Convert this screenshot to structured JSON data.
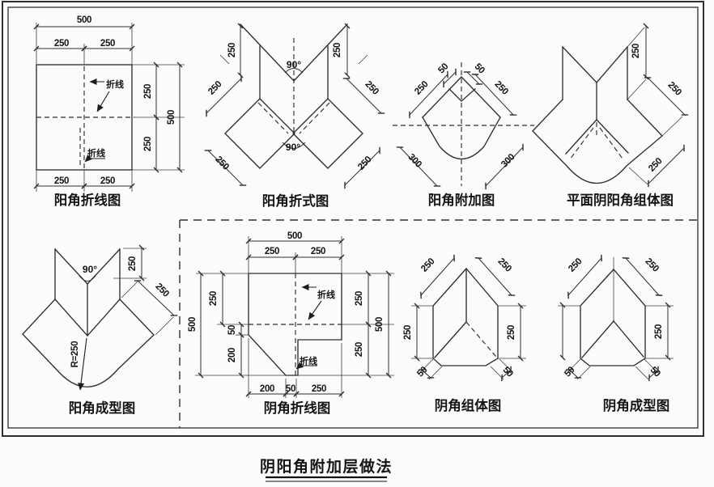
{
  "drawing": {
    "main_title": "阴阳角附加层做法",
    "fold_line_label": "折线",
    "angle_label": "90°",
    "radius_label": "R=250",
    "dim_values": {
      "v500": "500",
      "v250": "250",
      "v300": "300",
      "v200": "200",
      "v50": "50"
    },
    "diagram_titles": {
      "yang_fold_line": "阳角折线图",
      "yang_fold_style": "阳角折式图",
      "yang_addition": "阳角附加图",
      "plan_yin_yang_combined": "平面阴阳角组体图",
      "yang_formed": "阳角成型图",
      "yin_fold_line": "阴角折线图",
      "yin_combined": "阴角组体图",
      "yin_formed": "阴角成型图"
    }
  }
}
